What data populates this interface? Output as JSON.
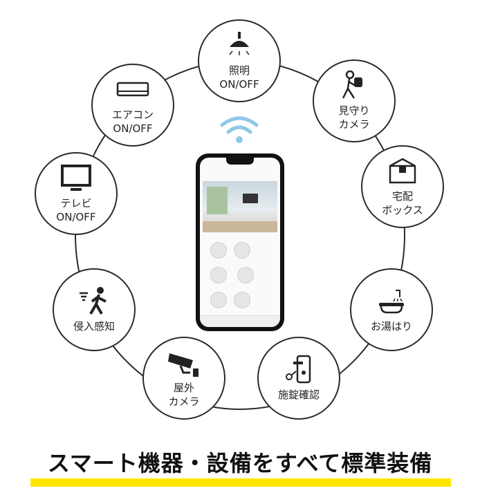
{
  "features": [
    {
      "id": "light",
      "label": "照明\nON/OFF",
      "icon": "ceiling-lamp-icon"
    },
    {
      "id": "watch-camera",
      "label": "見守り\nカメラ",
      "icon": "walking-child-icon"
    },
    {
      "id": "delivery-box",
      "label": "宅配\nボックス",
      "icon": "parcel-box-icon"
    },
    {
      "id": "bath",
      "label": "お湯はり",
      "icon": "bathtub-icon"
    },
    {
      "id": "lock",
      "label": "施錠確認",
      "icon": "door-lock-key-icon"
    },
    {
      "id": "outdoor-camera",
      "label": "屋外\nカメラ",
      "icon": "security-camera-icon"
    },
    {
      "id": "intrusion",
      "label": "侵入感知",
      "icon": "motion-sensor-icon"
    },
    {
      "id": "tv",
      "label": "テレビ\nON/OFF",
      "icon": "tv-icon"
    },
    {
      "id": "aircon",
      "label": "エアコン\nON/OFF",
      "icon": "air-conditioner-icon"
    }
  ],
  "title": "スマート機器・設備をすべて標準装備",
  "colors": {
    "accent": "#ffe600",
    "wifi": "#8fc7ea",
    "stroke": "#2a2a2a"
  }
}
